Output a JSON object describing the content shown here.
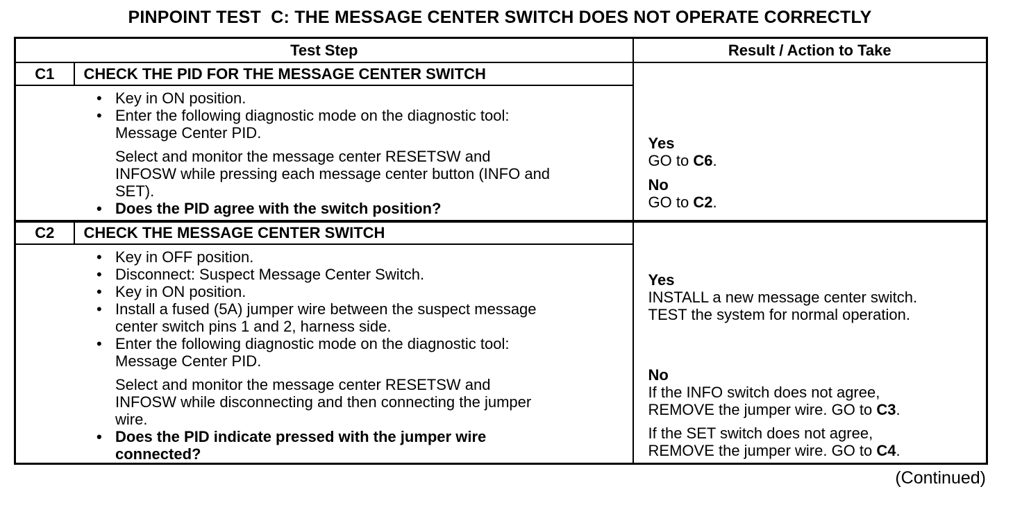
{
  "document": {
    "title": "PINPOINT TEST  C: THE MESSAGE CENTER SWITCH DOES NOT OPERATE CORRECTLY",
    "continued": "(Continued)"
  },
  "glyphs": {
    "bullet": "•"
  },
  "table": {
    "columns": {
      "test_step": "Test Step",
      "result_action": "Result / Action to Take"
    },
    "steps": [
      {
        "id": "C1",
        "title": "CHECK THE PID FOR THE MESSAGE CENTER SWITCH",
        "body": [
          {
            "kind": "bullet",
            "bold": false,
            "lines": [
              "Key in ON position."
            ]
          },
          {
            "kind": "bullet",
            "bold": false,
            "lines": [
              "Enter the following diagnostic mode on the diagnostic tool:",
              "Message Center PID."
            ]
          },
          {
            "kind": "para",
            "bold": false,
            "lines": [
              "Select and monitor the message center RESETSW and",
              "INFOSW while pressing each message center button (INFO and",
              "SET)."
            ]
          },
          {
            "kind": "bullet",
            "bold": true,
            "lines": [
              "Does the PID agree with the switch position?"
            ]
          }
        ],
        "results": [
          {
            "label": "Yes",
            "paragraphs": [
              {
                "lines": [
                  [
                    {
                      "text": "GO to "
                    },
                    {
                      "text": "C6",
                      "bold": true
                    },
                    {
                      "text": "."
                    }
                  ]
                ]
              }
            ]
          },
          {
            "label": "No",
            "paragraphs": [
              {
                "lines": [
                  [
                    {
                      "text": "GO to "
                    },
                    {
                      "text": "C2",
                      "bold": true
                    },
                    {
                      "text": "."
                    }
                  ]
                ]
              }
            ]
          }
        ]
      },
      {
        "id": "C2",
        "title": "CHECK THE MESSAGE CENTER SWITCH",
        "body": [
          {
            "kind": "bullet",
            "bold": false,
            "lines": [
              "Key in OFF position."
            ]
          },
          {
            "kind": "bullet",
            "bold": false,
            "lines": [
              "Disconnect: Suspect Message Center Switch."
            ]
          },
          {
            "kind": "bullet",
            "bold": false,
            "lines": [
              "Key in ON position."
            ]
          },
          {
            "kind": "bullet",
            "bold": false,
            "lines": [
              "Install a fused (5A) jumper wire between the suspect message",
              "center switch pins 1 and 2, harness side."
            ]
          },
          {
            "kind": "bullet",
            "bold": false,
            "lines": [
              "Enter the following diagnostic mode on the diagnostic tool:",
              "Message Center PID."
            ]
          },
          {
            "kind": "para",
            "bold": false,
            "lines": [
              "Select and monitor the message center RESETSW and",
              "INFOSW while disconnecting and then connecting the jumper",
              "wire."
            ]
          },
          {
            "kind": "bullet",
            "bold": true,
            "lines": [
              "Does the PID indicate pressed with the jumper wire",
              "connected?"
            ]
          }
        ],
        "results": [
          {
            "label": "Yes",
            "paragraphs": [
              {
                "lines": [
                  [
                    {
                      "text": "INSTALL a new message center switch."
                    }
                  ],
                  [
                    {
                      "text": "TEST the system for normal operation."
                    }
                  ]
                ]
              }
            ]
          },
          {
            "label": "No",
            "paragraphs": [
              {
                "lines": [
                  [
                    {
                      "text": "If the INFO switch does not agree,"
                    }
                  ],
                  [
                    {
                      "text": "REMOVE the jumper wire. GO to "
                    },
                    {
                      "text": "C3",
                      "bold": true
                    },
                    {
                      "text": "."
                    }
                  ]
                ]
              },
              {
                "lines": [
                  [
                    {
                      "text": "If the SET switch does not agree,"
                    }
                  ],
                  [
                    {
                      "text": "REMOVE the jumper wire. GO to "
                    },
                    {
                      "text": "C4",
                      "bold": true
                    },
                    {
                      "text": "."
                    }
                  ]
                ]
              }
            ]
          }
        ]
      }
    ]
  }
}
